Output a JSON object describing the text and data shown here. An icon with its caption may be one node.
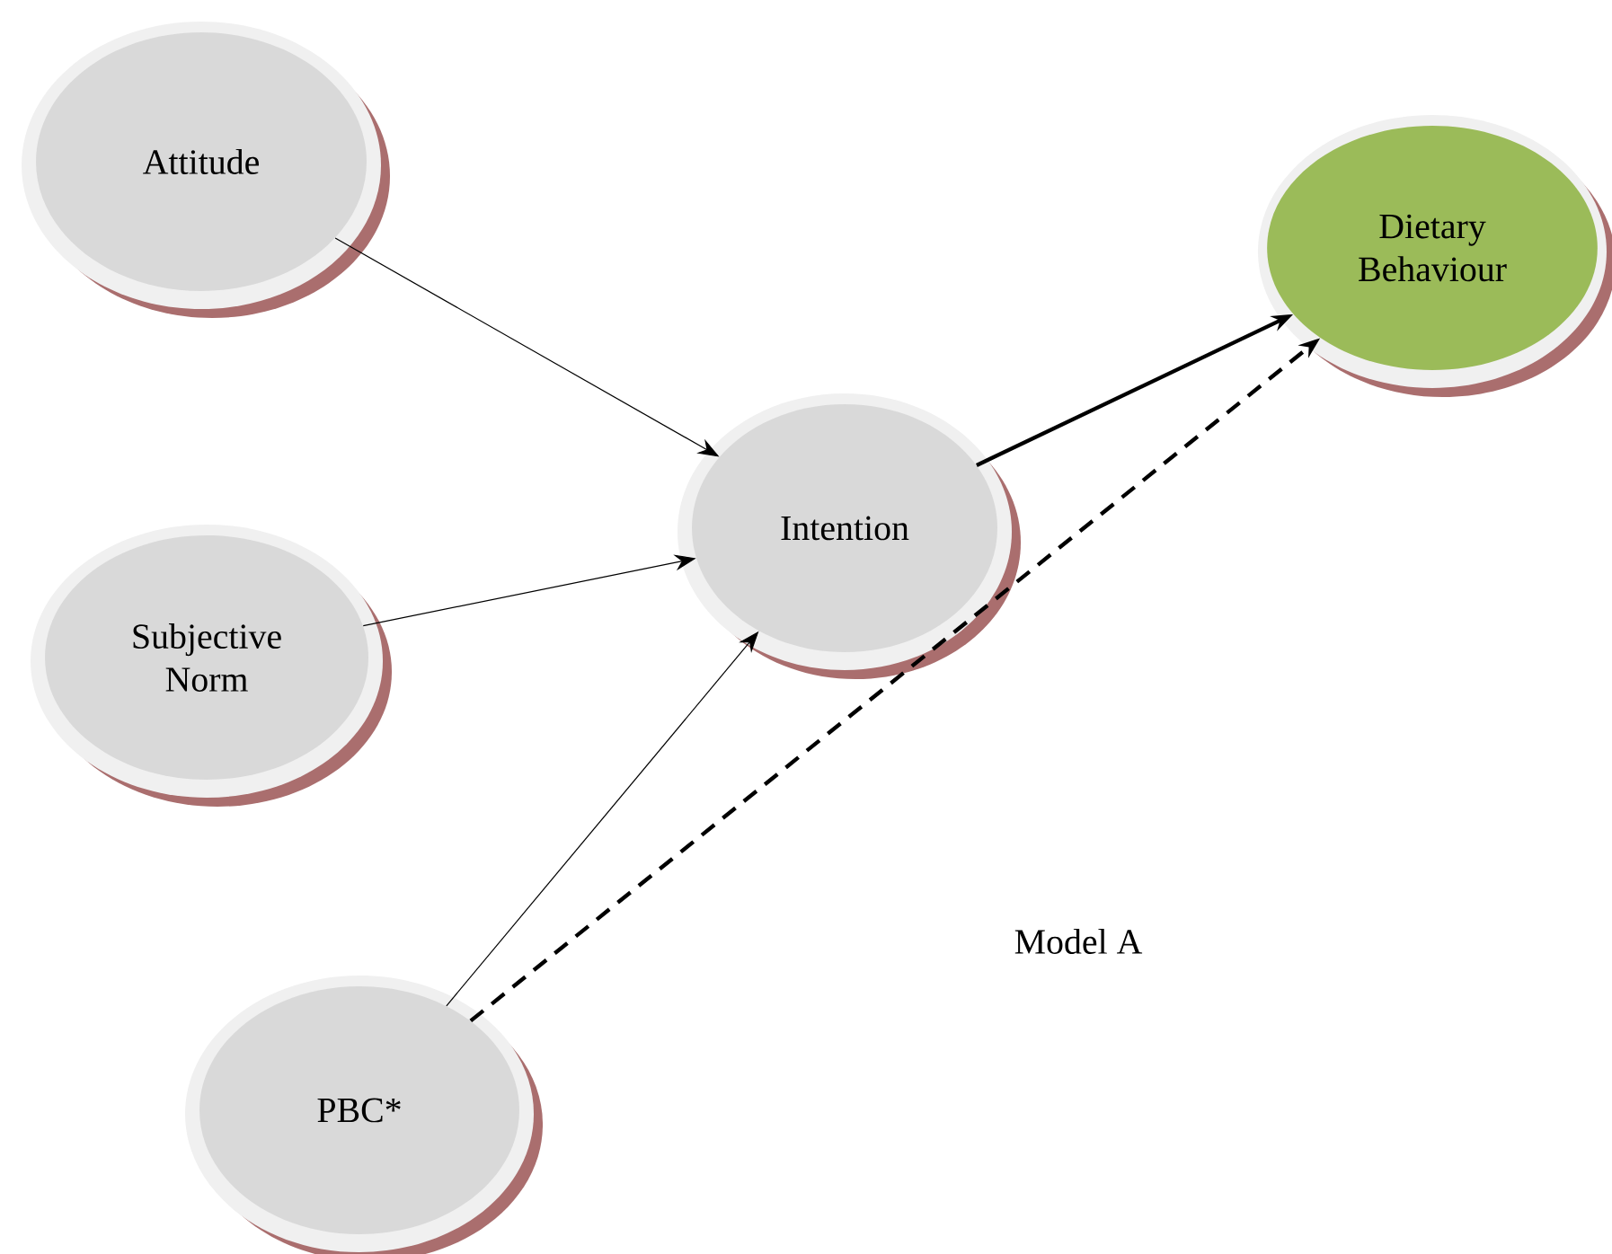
{
  "diagram": {
    "nodes": [
      {
        "text": [
          "Attitude"
        ]
      },
      {
        "text": [
          "Dietary Behaviour"
        ]
      },
      {
        "text": [
          "Intention"
        ]
      },
      {
        "text": [
          "Subjective Norm"
        ]
      },
      {
        "text": [
          "PBC*"
        ]
      }
    ],
    "edges": [
      {
        "from": 0,
        "to": 2,
        "arrow": "to"
      },
      {
        "from": 2,
        "to": 1,
        "arrow": "to",
        "style": "thick"
      },
      {
        "from": 3,
        "to": 2,
        "arrow": "to"
      },
      {
        "from": 4,
        "to": 2,
        "arrow": "to"
      },
      {
        "from": 4,
        "to": 1,
        "arrow": "to",
        "style": "dashed"
      }
    ],
    "labels": [
      "Model A"
    ]
  }
}
